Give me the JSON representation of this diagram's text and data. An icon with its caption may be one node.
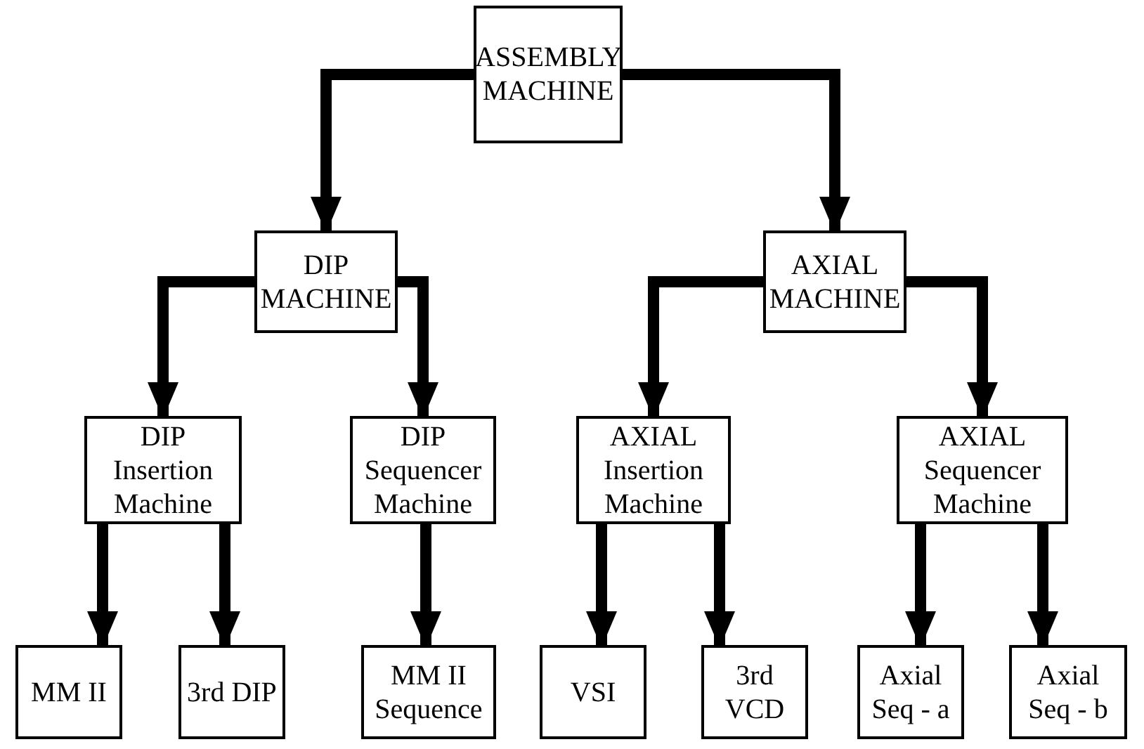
{
  "diagram": {
    "nodes": [
      {
        "text": [
          "ASSEMBLY MACHINE"
        ]
      },
      {
        "text": [
          "DIP MACHINE"
        ]
      },
      {
        "text": [
          "AXIAL MACHINE"
        ]
      },
      {
        "text": [
          "DIP Insertion Machine"
        ]
      },
      {
        "text": [
          "DIP Sequencer Machine"
        ]
      },
      {
        "text": [
          "AXIAL Insertion Machine"
        ]
      },
      {
        "text": [
          "AXIAL Sequencer Machine"
        ]
      },
      {
        "text": [
          "MM II"
        ]
      },
      {
        "text": [
          "3rd DIP"
        ]
      },
      {
        "text": [
          "MM II Sequence"
        ]
      },
      {
        "text": [
          "VSI"
        ]
      },
      {
        "text": [
          "3rd VCD"
        ]
      },
      {
        "text": [
          "Axial Seq - a"
        ]
      },
      {
        "text": [
          "Axial Seq - b"
        ]
      }
    ],
    "edges": [
      {
        "from": 0,
        "to": 1,
        "arrow": "to"
      },
      {
        "from": 0,
        "to": 2,
        "arrow": "to"
      },
      {
        "from": 1,
        "to": 3,
        "arrow": "to"
      },
      {
        "from": 1,
        "to": 4,
        "arrow": "to"
      },
      {
        "from": 2,
        "to": 5,
        "arrow": "to"
      },
      {
        "from": 2,
        "to": 6,
        "arrow": "to"
      },
      {
        "from": 3,
        "to": 7,
        "arrow": "to"
      },
      {
        "from": 3,
        "to": 8,
        "arrow": "to"
      },
      {
        "from": 4,
        "to": 9,
        "arrow": "to"
      },
      {
        "from": 5,
        "to": 10,
        "arrow": "to"
      },
      {
        "from": 5,
        "to": 11,
        "arrow": "to"
      },
      {
        "from": 6,
        "to": 12,
        "arrow": "to"
      },
      {
        "from": 6,
        "to": 13,
        "arrow": "to"
      }
    ]
  }
}
